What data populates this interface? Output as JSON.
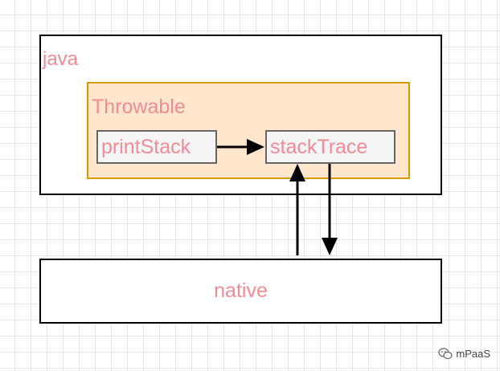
{
  "diagram": {
    "java_label": "java",
    "throwable_label": "Throwable",
    "print_stack_label": "printStack",
    "stack_trace_label": "stackTrace",
    "native_label": "native"
  },
  "watermark": {
    "text": "mPaaS",
    "icon": "wechat-icon"
  },
  "colors": {
    "label_text": "#f28b96",
    "throwable_fill": "#ffe6cc",
    "throwable_border": "#d79b00",
    "node_fill": "#f5f5f5",
    "node_border": "#666666"
  }
}
